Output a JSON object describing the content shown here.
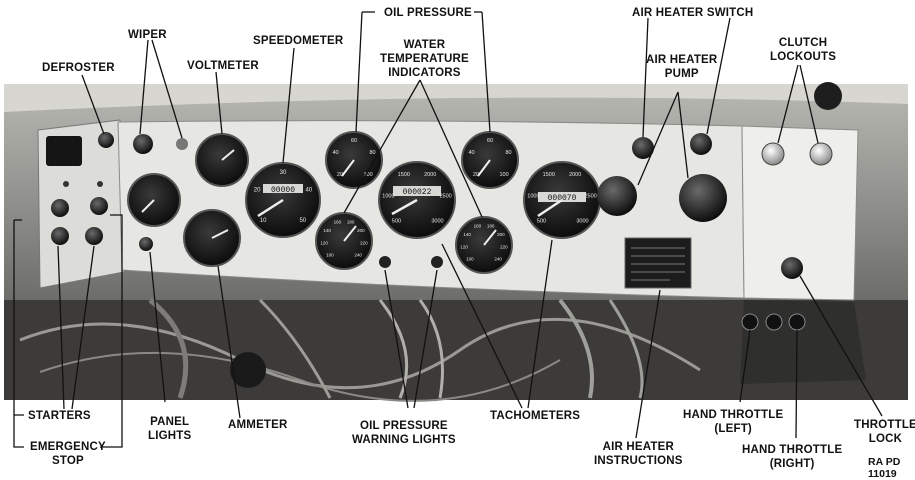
{
  "figure": {
    "labels": {
      "defroster": "DEFROSTER",
      "wiper": "WIPER",
      "voltmeter": "VOLTMETER",
      "speedometer": "SPEEDOMETER",
      "oil_pressure": "OIL PRESSURE",
      "water_temp": "WATER\nTEMPERATURE\nINDICATORS",
      "air_heater_switch": "AIR HEATER SWITCH",
      "air_heater_pump": "AIR HEATER\nPUMP",
      "clutch_lockouts": "CLUTCH\nLOCKOUTS",
      "starters": "STARTERS",
      "emergency_stop": "EMERGENCY\nSTOP",
      "panel_lights": "PANEL\nLIGHTS",
      "ammeter": "AMMETER",
      "oil_pressure_warning": "OIL PRESSURE\nWARNING LIGHTS",
      "tachometers": "TACHOMETERS",
      "air_heater_instructions": "AIR HEATER\nINSTRUCTIONS",
      "hand_throttle_left": "HAND THROTTLE\n(LEFT)",
      "hand_throttle_right": "HAND THROTTLE\n(RIGHT)",
      "throttle_lock": "THROTTLE\nLOCK"
    },
    "figure_code": "RA PD\n11019",
    "gauges": {
      "speedometer_odometer": "00000",
      "tach_left_odometer": "000022",
      "tach_right_odometer": "000070",
      "tach_left_scale": [
        "500",
        "1000",
        "1500",
        "2000",
        "2500",
        "3000"
      ],
      "tach_right_scale": [
        "500",
        "1000",
        "1500",
        "2000",
        "2500",
        "3000"
      ],
      "speedo_scale": [
        "10",
        "20",
        "30",
        "40",
        "50"
      ],
      "oil_scale": [
        "20",
        "40",
        "60",
        "80",
        "100"
      ],
      "water_scale": [
        "100",
        "120",
        "140",
        "160",
        "180",
        "200",
        "220",
        "240"
      ]
    },
    "colors": {
      "paper": "#ffffff",
      "ink": "#111111",
      "panel": "#e9e9e6",
      "gauge_face": "#141414"
    }
  }
}
